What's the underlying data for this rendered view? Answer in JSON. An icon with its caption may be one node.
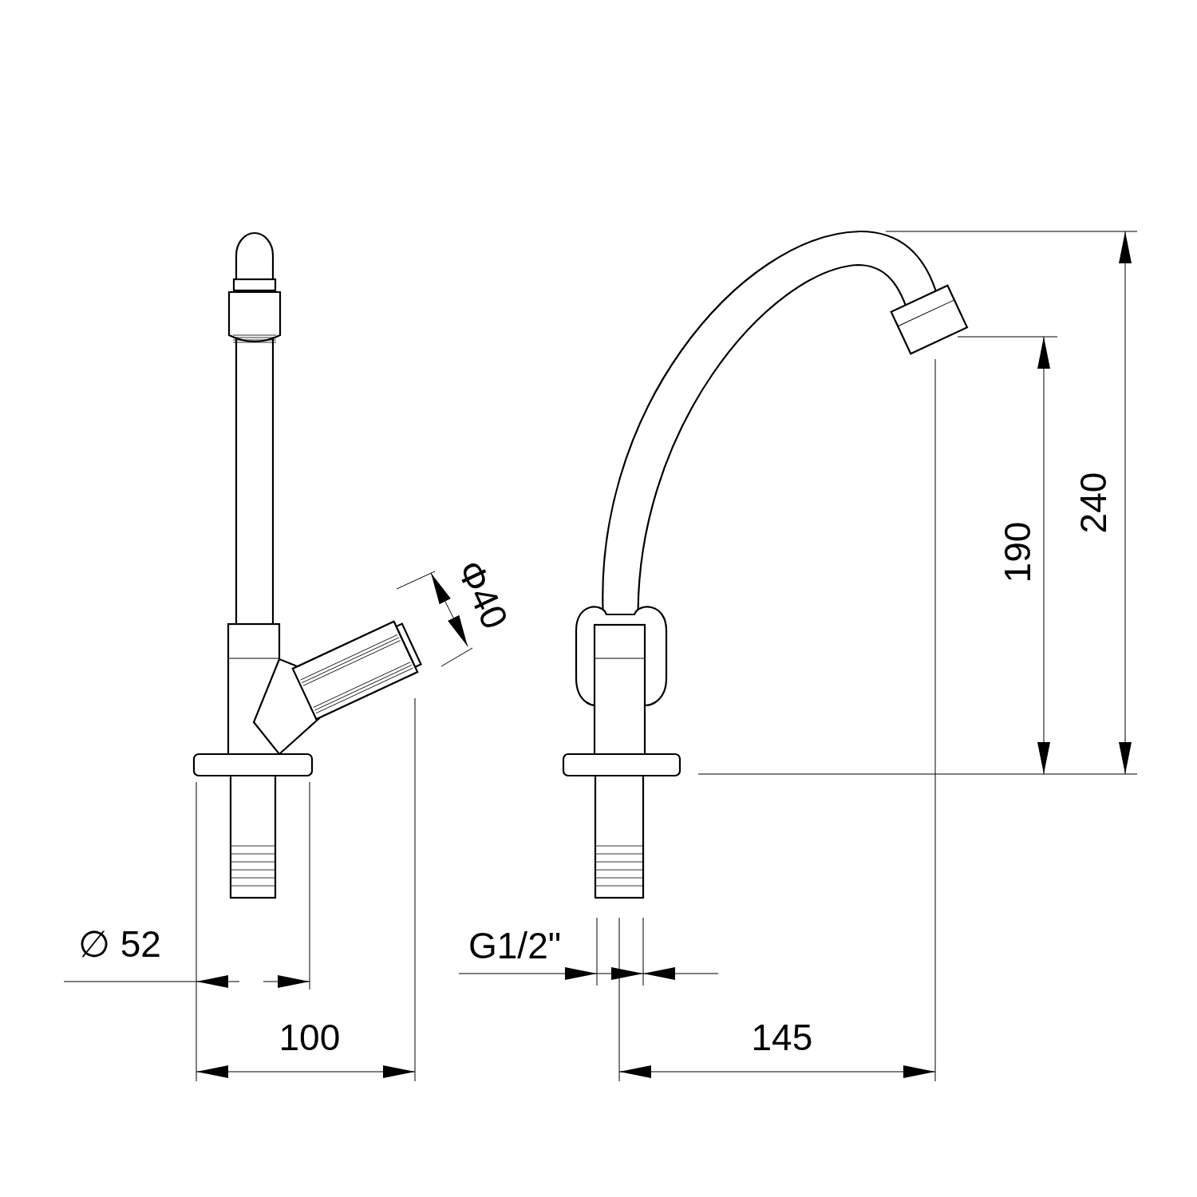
{
  "diagram": {
    "labels": [
      "240",
      "190",
      "Φ40",
      "∅ 52",
      "G1/2\"",
      "100",
      "145"
    ]
  }
}
